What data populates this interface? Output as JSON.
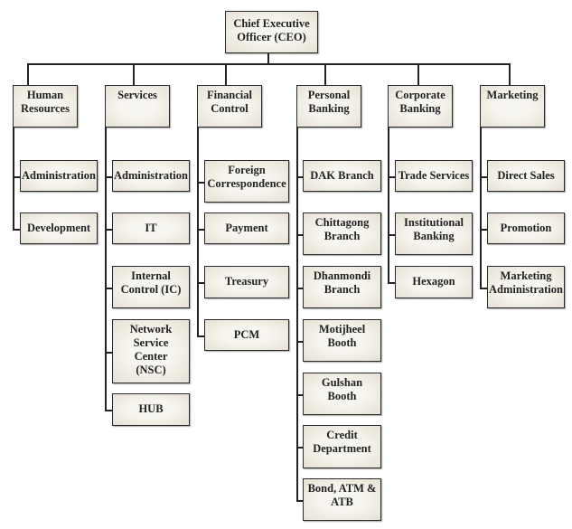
{
  "ceo": "Chief Executive\nOfficer (CEO)",
  "departments": [
    {
      "title": "Human\nResources",
      "children": [
        "Administration",
        "Development"
      ]
    },
    {
      "title": "Services",
      "children": [
        "Administration",
        "IT",
        "Internal\nControl (IC)",
        "Network\nService\nCenter\n(NSC)",
        "HUB"
      ]
    },
    {
      "title": "Financial\nControl",
      "children": [
        "Foreign\nCorrespondence",
        "Payment",
        "Treasury",
        "PCM"
      ]
    },
    {
      "title": "Personal\nBanking",
      "children": [
        "DAK Branch",
        "Chittagong\nBranch",
        "Dhanmondi\nBranch",
        "Motijheel\nBooth",
        "Gulshan\nBooth",
        "Credit\nDepartment",
        "Bond, ATM &\nATB"
      ]
    },
    {
      "title": "Corporate\nBanking",
      "children": [
        "Trade Services",
        "Institutional\nBanking",
        "Hexagon"
      ]
    },
    {
      "title": "Marketing",
      "children": [
        "Direct Sales",
        "Promotion",
        "Marketing\nAdministration"
      ]
    }
  ]
}
